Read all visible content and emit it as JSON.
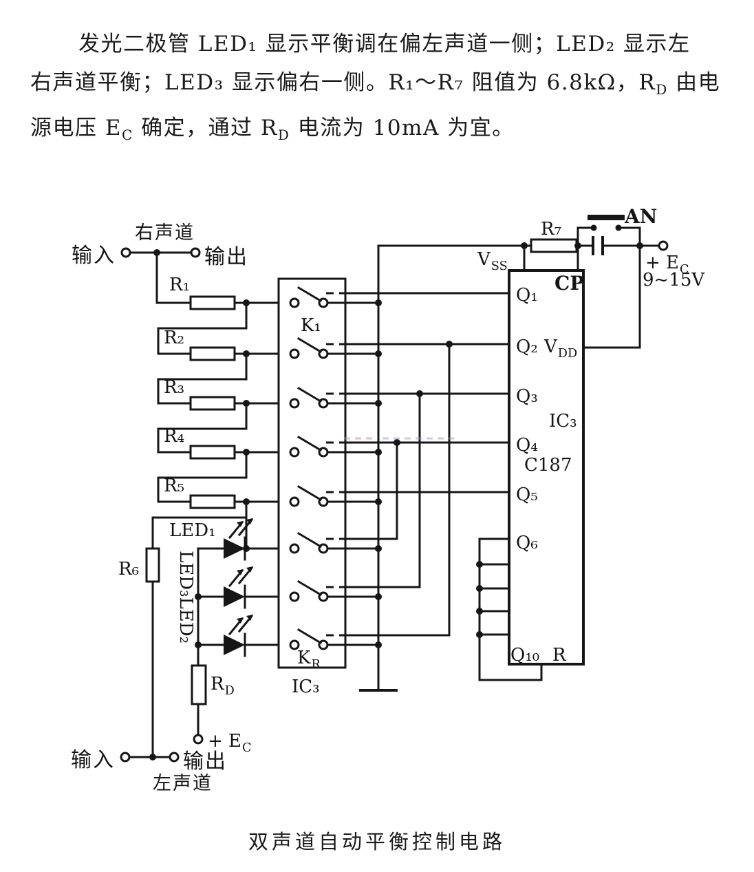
{
  "paragraph": {
    "line1": [
      {
        "t": "发光二极管 LED₁ 显示平衡调在偏左声道一侧；LED₂ 显示左"
      }
    ],
    "line2": [
      {
        "t": "右声道平衡；LED₃ 显示偏右一侧。R₁～R₇ 阻值为 6.8kΩ，R"
      },
      {
        "sub": "D"
      },
      {
        "t": " 由电"
      }
    ],
    "line3": [
      {
        "t": "源电压 E"
      },
      {
        "sub": "C"
      },
      {
        "t": " 确定，通过 R"
      },
      {
        "sub": "D"
      },
      {
        "t": " 电流为 10mA 为宜。"
      }
    ]
  },
  "caption": "双声道自动平衡控制电路",
  "labels": {
    "input_top": "输入",
    "right_channel": "右声道",
    "output_top": "输出",
    "r1": "R₁",
    "r2": "R₂",
    "r3": "R₃",
    "r4": "R₄",
    "r5": "R₅",
    "r6": "R₆",
    "r7": "R₇",
    "rd": "R_D",
    "led1": "LED₁",
    "led3led2": "LED₃LED₂",
    "k1": "K₁",
    "kr": "K_R",
    "ic3_switch": "IC₃",
    "input_bottom": "输入",
    "output_bottom": "输出",
    "left_channel": "左声道",
    "ec_bottom": "+ E_C",
    "q1": "Q₁",
    "q2": "Q₂",
    "q3": "Q₃",
    "q4": "Q₄",
    "q5": "Q₅",
    "q6": "Q₆",
    "q10": "Q₁₀",
    "r_pin": "R",
    "vdd": "V_DD",
    "vss": "V_SS",
    "cp": "CP",
    "ic3": "IC₃",
    "c187": "C187",
    "an": "AN",
    "ec_top": "+ E_C",
    "ec_range": "9~15V"
  }
}
